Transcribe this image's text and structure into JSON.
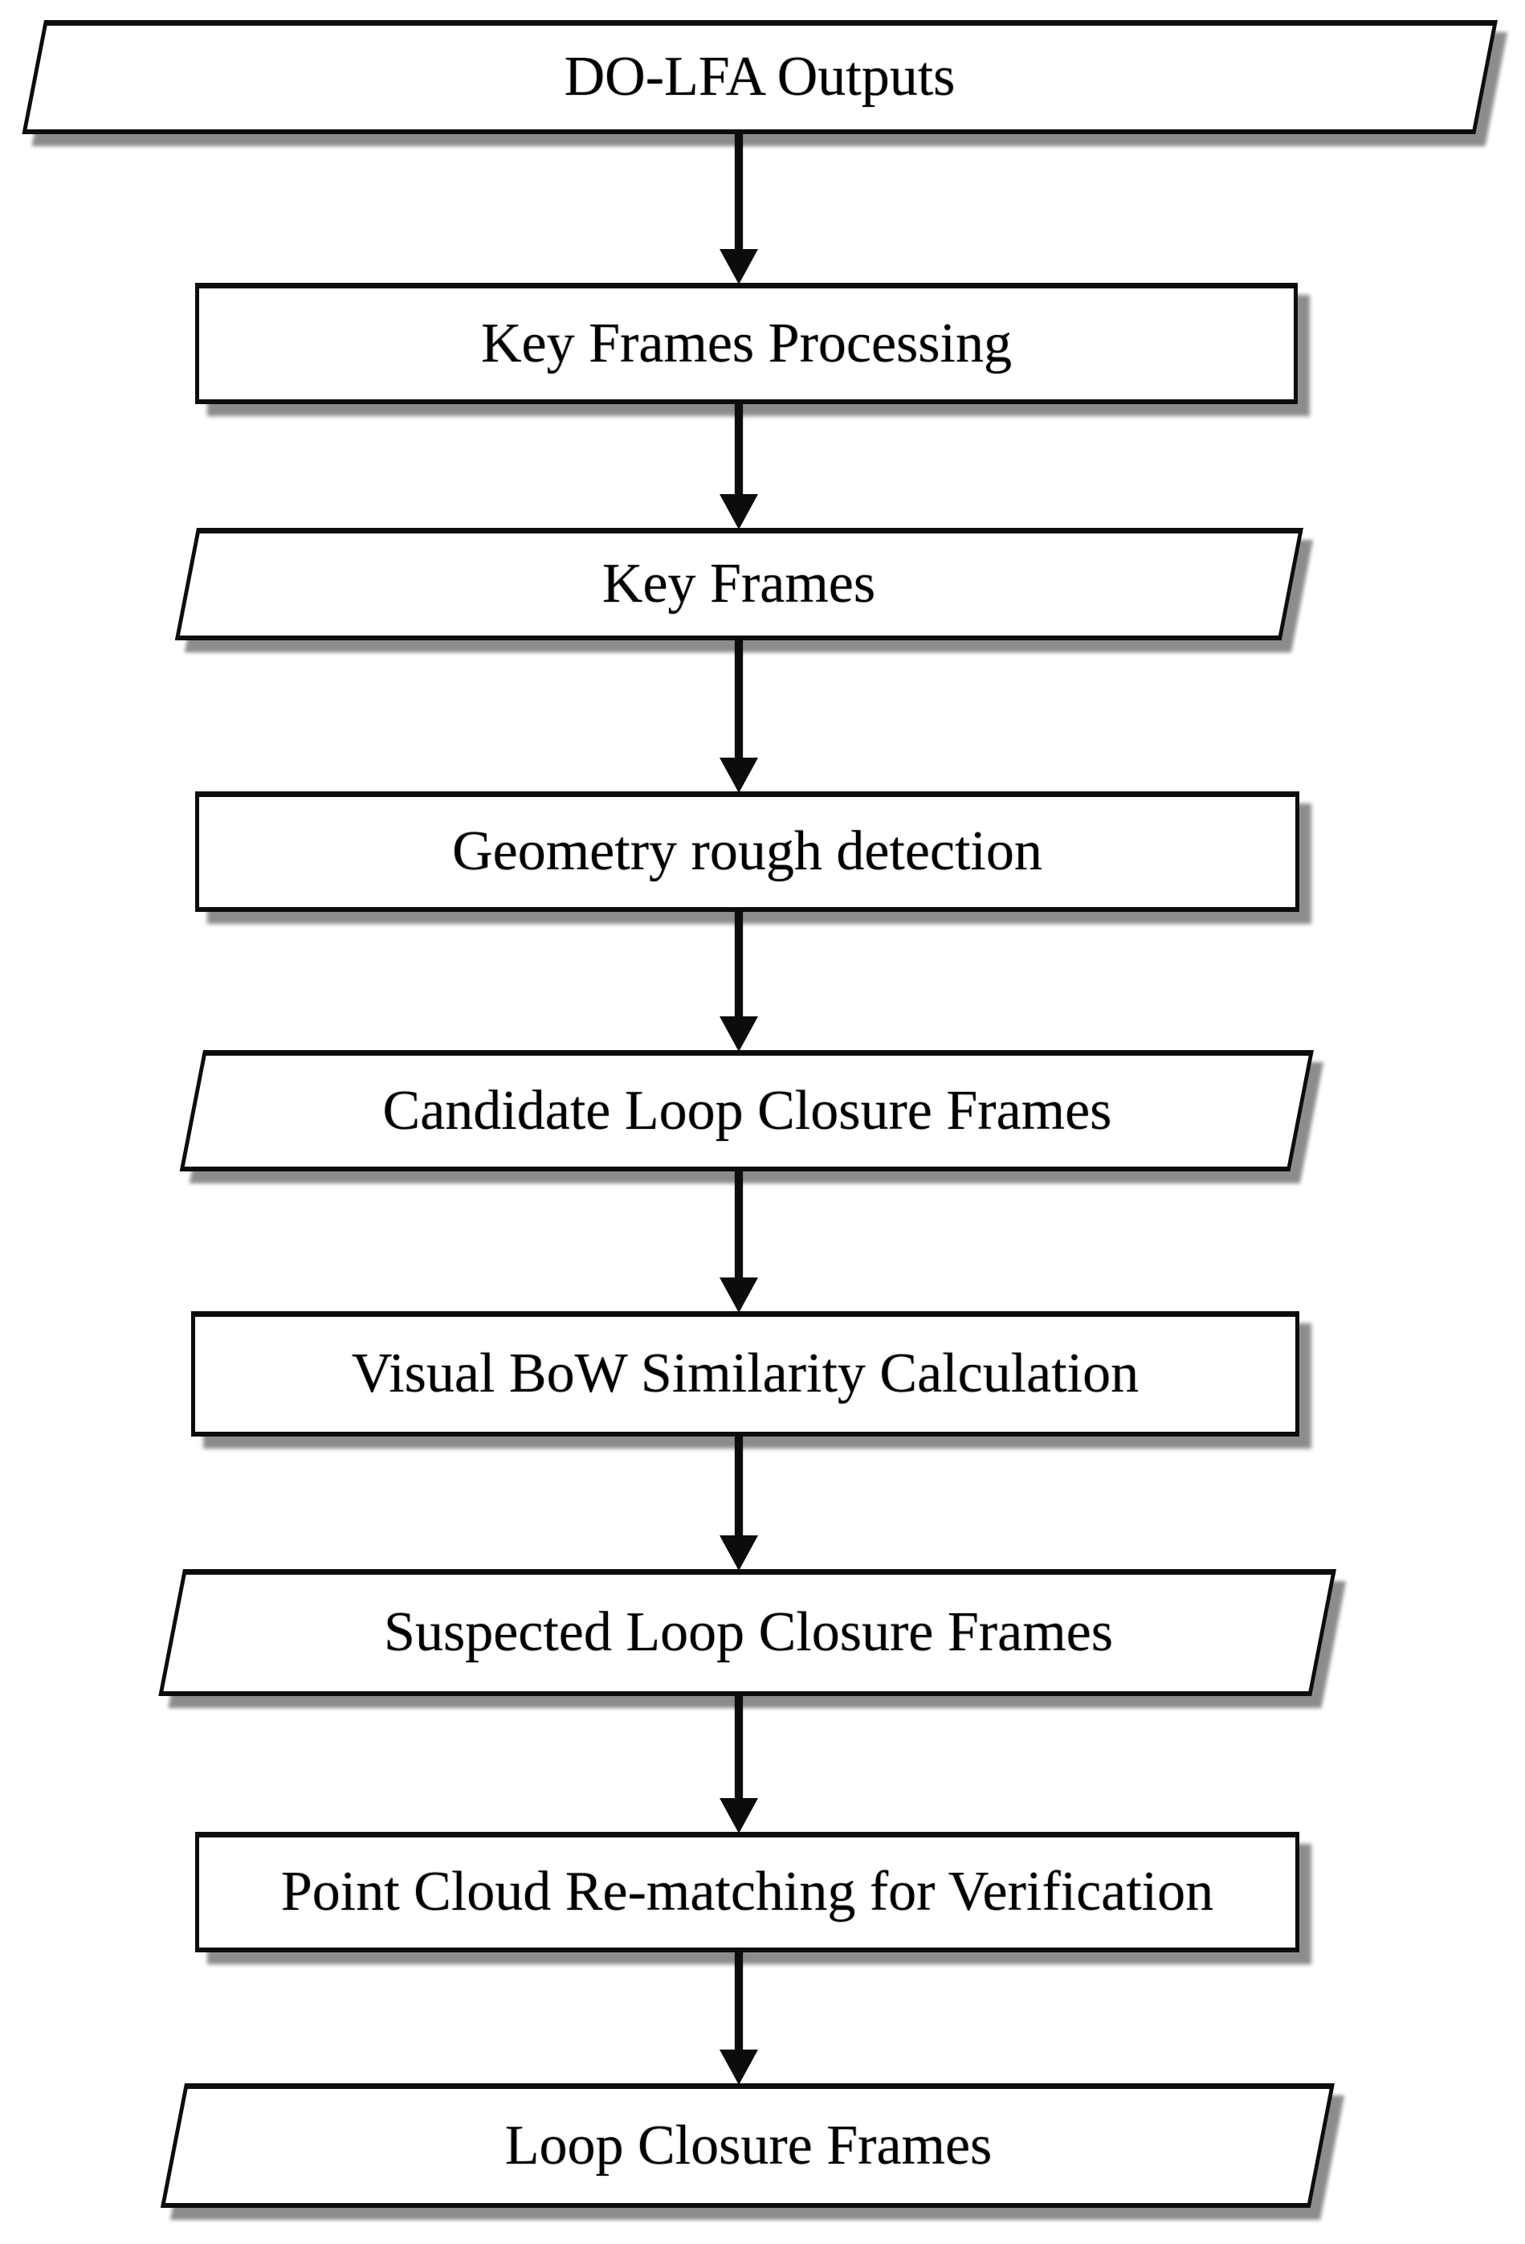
{
  "flowchart": {
    "type": "flowchart",
    "direction": "top-down",
    "colors": {
      "shape_fill": "#ffffff",
      "border": "#0d0d0d",
      "shadow_gray": "#8f8f8f",
      "text": "#000000",
      "arrow": "#0c0c0c"
    },
    "nodes": [
      {
        "id": 1,
        "label": "DO-LFA Outputs",
        "shape": "parallelogram"
      },
      {
        "id": 2,
        "label": "Key Frames Processing",
        "shape": "rectangle"
      },
      {
        "id": 3,
        "label": "Key Frames",
        "shape": "parallelogram"
      },
      {
        "id": 4,
        "label": "Geometry rough detection",
        "shape": "rectangle"
      },
      {
        "id": 5,
        "label": "Candidate Loop Closure Frames",
        "shape": "parallelogram"
      },
      {
        "id": 6,
        "label": "Visual BoW Similarity Calculation",
        "shape": "rectangle"
      },
      {
        "id": 7,
        "label": "Suspected Loop Closure Frames",
        "shape": "parallelogram"
      },
      {
        "id": 8,
        "label": "Point Cloud Re-matching for Verification",
        "shape": "rectangle"
      },
      {
        "id": 9,
        "label": "Loop Closure Frames",
        "shape": "parallelogram"
      }
    ],
    "edges": [
      {
        "from": 1,
        "to": 2
      },
      {
        "from": 2,
        "to": 3
      },
      {
        "from": 3,
        "to": 4
      },
      {
        "from": 4,
        "to": 5
      },
      {
        "from": 5,
        "to": 6
      },
      {
        "from": 6,
        "to": 7
      },
      {
        "from": 7,
        "to": 8
      },
      {
        "from": 8,
        "to": 9
      }
    ]
  }
}
